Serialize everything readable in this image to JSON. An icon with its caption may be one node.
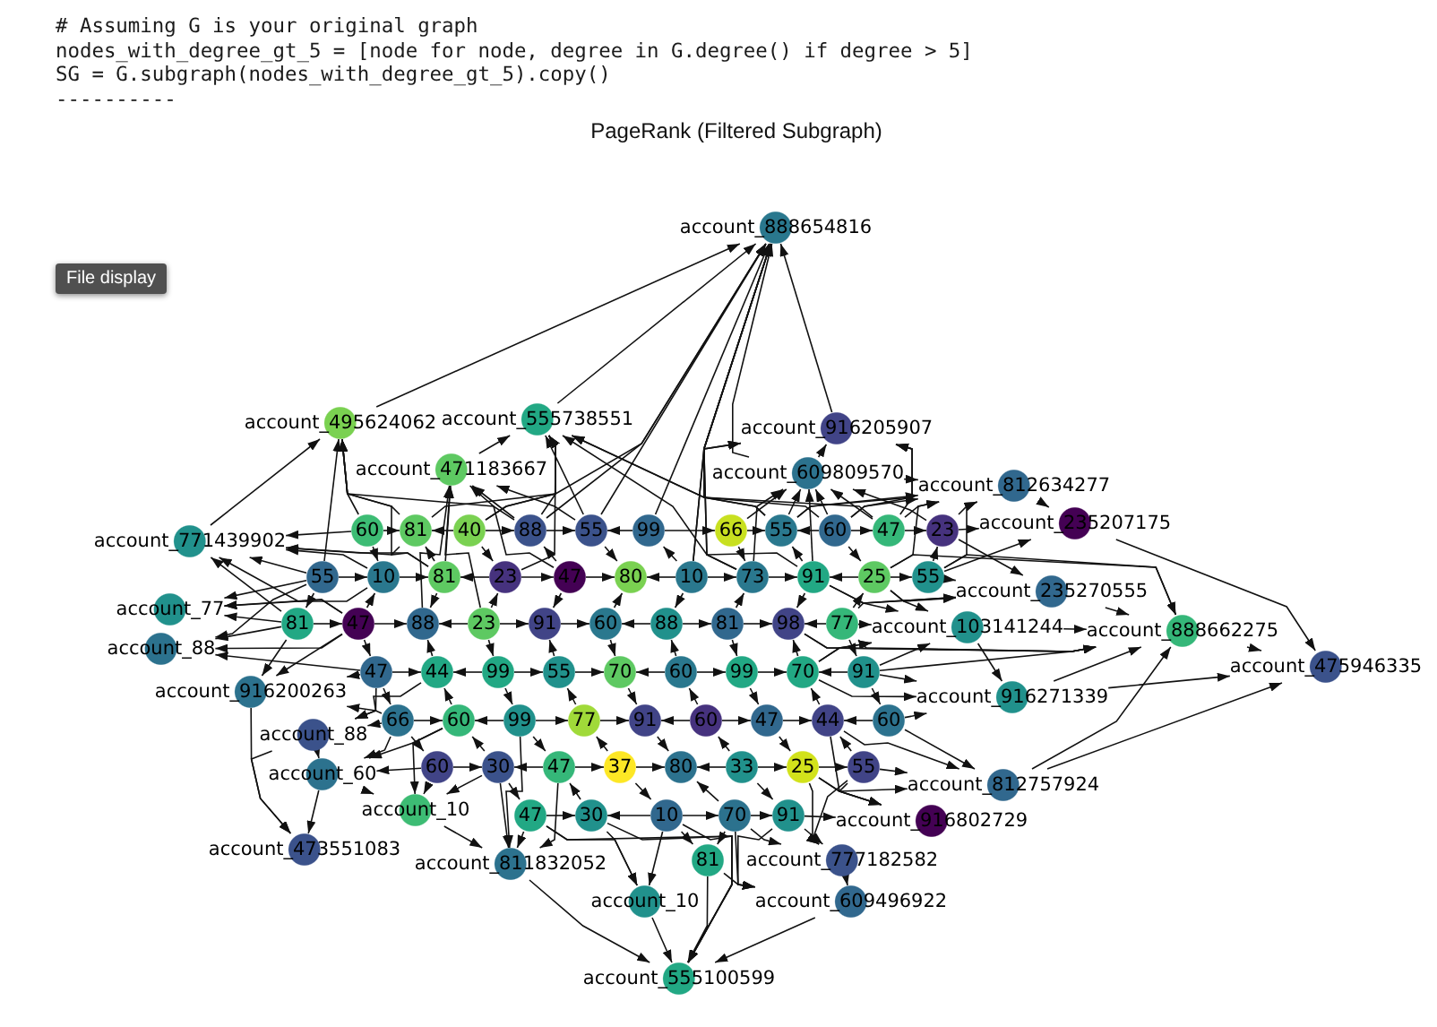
{
  "diagram": {
    "title": "PageRank (Filtered Subgraph)",
    "nodes": [
      {
        "text": [
          "account_888654816"
        ]
      },
      {
        "text": [
          "account_495624062"
        ]
      },
      {
        "text": [
          "account_555738551"
        ]
      },
      {
        "text": [
          "account_916205907"
        ]
      },
      {
        "text": [
          "account_471183667"
        ]
      },
      {
        "text": [
          "account_609809570"
        ]
      },
      {
        "text": [
          "account_812634277"
        ]
      },
      {
        "text": [
          "account_235207175"
        ]
      },
      {
        "text": [
          "account_771439902"
        ]
      },
      {
        "text": [
          "60"
        ]
      },
      {
        "text": [
          "81"
        ]
      },
      {
        "text": [
          "40"
        ]
      },
      {
        "text": [
          "88"
        ]
      },
      {
        "text": [
          "55"
        ]
      },
      {
        "text": [
          "99"
        ]
      },
      {
        "text": [
          "66"
        ]
      },
      {
        "text": [
          "55"
        ]
      },
      {
        "text": [
          "60"
        ]
      },
      {
        "text": [
          "47"
        ]
      },
      {
        "text": [
          "23"
        ]
      },
      {
        "text": [
          "55"
        ]
      },
      {
        "text": [
          "10"
        ]
      },
      {
        "text": [
          "81"
        ]
      },
      {
        "text": [
          "23"
        ]
      },
      {
        "text": [
          "47"
        ]
      },
      {
        "text": [
          "80"
        ]
      },
      {
        "text": [
          "10"
        ]
      },
      {
        "text": [
          "73"
        ]
      },
      {
        "text": [
          "91"
        ]
      },
      {
        "text": [
          "25"
        ]
      },
      {
        "text": [
          "55"
        ]
      },
      {
        "text": [
          "account_235270555"
        ]
      },
      {
        "text": [
          "account_77"
        ]
      },
      {
        "text": [
          "81"
        ]
      },
      {
        "text": [
          "47"
        ]
      },
      {
        "text": [
          "88"
        ]
      },
      {
        "text": [
          "23"
        ]
      },
      {
        "text": [
          "91"
        ]
      },
      {
        "text": [
          "60"
        ]
      },
      {
        "text": [
          "88"
        ]
      },
      {
        "text": [
          "81"
        ]
      },
      {
        "text": [
          "98"
        ]
      },
      {
        "text": [
          "77"
        ]
      },
      {
        "text": [
          "account_103141244"
        ]
      },
      {
        "text": [
          "account_888662275"
        ]
      },
      {
        "text": [
          "account_88"
        ]
      },
      {
        "text": [
          "account_475946335"
        ]
      },
      {
        "text": [
          "47"
        ]
      },
      {
        "text": [
          "44"
        ]
      },
      {
        "text": [
          "99"
        ]
      },
      {
        "text": [
          "55"
        ]
      },
      {
        "text": [
          "70"
        ]
      },
      {
        "text": [
          "60"
        ]
      },
      {
        "text": [
          "99"
        ]
      },
      {
        "text": [
          "70"
        ]
      },
      {
        "text": [
          "91"
        ]
      },
      {
        "text": [
          "account_916200263"
        ]
      },
      {
        "text": [
          "account_916271339"
        ]
      },
      {
        "text": [
          "66"
        ]
      },
      {
        "text": [
          "60"
        ]
      },
      {
        "text": [
          "99"
        ]
      },
      {
        "text": [
          "77"
        ]
      },
      {
        "text": [
          "91"
        ]
      },
      {
        "text": [
          "60"
        ]
      },
      {
        "text": [
          "47"
        ]
      },
      {
        "text": [
          "44"
        ]
      },
      {
        "text": [
          "60"
        ]
      },
      {
        "text": [
          "account_88"
        ]
      },
      {
        "text": [
          "60"
        ]
      },
      {
        "text": [
          "30"
        ]
      },
      {
        "text": [
          "47"
        ]
      },
      {
        "text": [
          "37"
        ]
      },
      {
        "text": [
          "80"
        ]
      },
      {
        "text": [
          "33"
        ]
      },
      {
        "text": [
          "25"
        ]
      },
      {
        "text": [
          "55"
        ]
      },
      {
        "text": [
          "account_60"
        ]
      },
      {
        "text": [
          "account_812757924"
        ]
      },
      {
        "text": [
          "account_10"
        ]
      },
      {
        "text": [
          "47"
        ]
      },
      {
        "text": [
          "30"
        ]
      },
      {
        "text": [
          "10"
        ]
      },
      {
        "text": [
          "70"
        ]
      },
      {
        "text": [
          "91"
        ]
      },
      {
        "text": [
          "account_916802729"
        ]
      },
      {
        "text": [
          "account_473551083"
        ]
      },
      {
        "text": [
          "81"
        ]
      },
      {
        "text": [
          "account_777182582"
        ]
      },
      {
        "text": [
          "account_811832052"
        ]
      },
      {
        "text": [
          "account_10"
        ]
      },
      {
        "text": [
          "account_609496922"
        ]
      },
      {
        "text": [
          "account_555100599"
        ]
      }
    ],
    "edges": [
      {
        "from": 2,
        "to": 0,
        "arrow": "to"
      },
      {
        "from": 1,
        "to": 0,
        "arrow": "to"
      },
      {
        "from": 12,
        "to": 0,
        "arrow": "to"
      },
      {
        "from": 13,
        "to": 0,
        "arrow": "to"
      },
      {
        "from": 16,
        "to": 0,
        "arrow": "to"
      },
      {
        "from": 17,
        "to": 0,
        "arrow": "to"
      },
      {
        "from": 3,
        "to": 0,
        "arrow": "to"
      },
      {
        "from": 5,
        "to": 0,
        "arrow": "to"
      },
      {
        "from": 26,
        "to": 0,
        "arrow": "to"
      },
      {
        "from": 14,
        "to": 0,
        "arrow": "to"
      },
      {
        "from": 27,
        "to": 0,
        "arrow": "to"
      },
      {
        "from": 11,
        "to": 0,
        "arrow": "to"
      },
      {
        "from": 8,
        "to": 1,
        "arrow": "to"
      },
      {
        "from": 9,
        "to": 1,
        "arrow": "to"
      },
      {
        "from": 10,
        "to": 1,
        "arrow": "to"
      },
      {
        "from": 22,
        "to": 1,
        "arrow": "to"
      },
      {
        "from": 12,
        "to": 1,
        "arrow": "to"
      },
      {
        "from": 20,
        "to": 1,
        "arrow": "to"
      },
      {
        "from": 4,
        "to": 2,
        "arrow": "to"
      },
      {
        "from": 12,
        "to": 2,
        "arrow": "to"
      },
      {
        "from": 13,
        "to": 2,
        "arrow": "to"
      },
      {
        "from": 16,
        "to": 2,
        "arrow": "to"
      },
      {
        "from": 23,
        "to": 2,
        "arrow": "to"
      },
      {
        "from": 10,
        "to": 2,
        "arrow": "to"
      },
      {
        "from": 28,
        "to": 2,
        "arrow": "to"
      },
      {
        "from": 11,
        "to": 2,
        "arrow": "to"
      },
      {
        "from": 18,
        "to": 2,
        "arrow": "to"
      },
      {
        "from": 22,
        "to": 4,
        "arrow": "to"
      },
      {
        "from": 24,
        "to": 4,
        "arrow": "to"
      },
      {
        "from": 35,
        "to": 4,
        "arrow": "to"
      },
      {
        "from": 36,
        "to": 4,
        "arrow": "to"
      },
      {
        "from": 12,
        "to": 4,
        "arrow": "to"
      },
      {
        "from": 13,
        "to": 4,
        "arrow": "to"
      },
      {
        "from": 5,
        "to": 3,
        "arrow": "to"
      },
      {
        "from": 16,
        "to": 3,
        "arrow": "to"
      },
      {
        "from": 17,
        "to": 3,
        "arrow": "to"
      },
      {
        "from": 18,
        "to": 3,
        "arrow": "to"
      },
      {
        "from": 27,
        "to": 3,
        "arrow": "to"
      },
      {
        "from": 26,
        "to": 3,
        "arrow": "to"
      },
      {
        "from": 16,
        "to": 5,
        "arrow": "to"
      },
      {
        "from": 17,
        "to": 5,
        "arrow": "to"
      },
      {
        "from": 18,
        "to": 5,
        "arrow": "to"
      },
      {
        "from": 19,
        "to": 5,
        "arrow": "to"
      },
      {
        "from": 27,
        "to": 5,
        "arrow": "to"
      },
      {
        "from": 28,
        "to": 5,
        "arrow": "to"
      },
      {
        "from": 15,
        "to": 5,
        "arrow": "to"
      },
      {
        "from": 18,
        "to": 6,
        "arrow": "to"
      },
      {
        "from": 19,
        "to": 6,
        "arrow": "to"
      },
      {
        "from": 29,
        "to": 6,
        "arrow": "to"
      },
      {
        "from": 30,
        "to": 6,
        "arrow": "to"
      },
      {
        "from": 17,
        "to": 6,
        "arrow": "to"
      },
      {
        "from": 5,
        "to": 6,
        "arrow": "to"
      },
      {
        "from": 16,
        "to": 6,
        "arrow": "to"
      },
      {
        "from": 6,
        "to": 7,
        "arrow": "to"
      },
      {
        "from": 7,
        "to": 46,
        "arrow": "to"
      },
      {
        "from": 19,
        "to": 7,
        "arrow": "to"
      },
      {
        "from": 30,
        "to": 7,
        "arrow": "to"
      },
      {
        "from": 20,
        "to": 8,
        "arrow": "to"
      },
      {
        "from": 21,
        "to": 8,
        "arrow": "to"
      },
      {
        "from": 33,
        "to": 8,
        "arrow": "to"
      },
      {
        "from": 9,
        "to": 8,
        "arrow": "to"
      },
      {
        "from": 34,
        "to": 8,
        "arrow": "to"
      },
      {
        "from": 22,
        "to": 8,
        "arrow": "to"
      },
      {
        "from": 10,
        "to": 8,
        "arrow": "to"
      },
      {
        "from": 29,
        "to": 31,
        "arrow": "to"
      },
      {
        "from": 30,
        "to": 31,
        "arrow": "to"
      },
      {
        "from": 42,
        "to": 31,
        "arrow": "to"
      },
      {
        "from": 28,
        "to": 31,
        "arrow": "to"
      },
      {
        "from": 19,
        "to": 31,
        "arrow": "to"
      },
      {
        "from": 41,
        "to": 43,
        "arrow": "to"
      },
      {
        "from": 42,
        "to": 43,
        "arrow": "to"
      },
      {
        "from": 55,
        "to": 43,
        "arrow": "to"
      },
      {
        "from": 54,
        "to": 43,
        "arrow": "to"
      },
      {
        "from": 28,
        "to": 43,
        "arrow": "to"
      },
      {
        "from": 29,
        "to": 43,
        "arrow": "to"
      },
      {
        "from": 31,
        "to": 44,
        "arrow": "to"
      },
      {
        "from": 43,
        "to": 44,
        "arrow": "to"
      },
      {
        "from": 30,
        "to": 44,
        "arrow": "to"
      },
      {
        "from": 42,
        "to": 44,
        "arrow": "to"
      },
      {
        "from": 55,
        "to": 44,
        "arrow": "to"
      },
      {
        "from": 54,
        "to": 44,
        "arrow": "to"
      },
      {
        "from": 57,
        "to": 44,
        "arrow": "to"
      },
      {
        "from": 77,
        "to": 44,
        "arrow": "to"
      },
      {
        "from": 41,
        "to": 44,
        "arrow": "to"
      },
      {
        "from": 29,
        "to": 44,
        "arrow": "to"
      },
      {
        "from": 44,
        "to": 46,
        "arrow": "to"
      },
      {
        "from": 77,
        "to": 46,
        "arrow": "to"
      },
      {
        "from": 57,
        "to": 46,
        "arrow": "to"
      },
      {
        "from": 20,
        "to": 32,
        "arrow": "to"
      },
      {
        "from": 33,
        "to": 32,
        "arrow": "to"
      },
      {
        "from": 21,
        "to": 32,
        "arrow": "to"
      },
      {
        "from": 34,
        "to": 32,
        "arrow": "to"
      },
      {
        "from": 33,
        "to": 45,
        "arrow": "to"
      },
      {
        "from": 20,
        "to": 45,
        "arrow": "to"
      },
      {
        "from": 47,
        "to": 45,
        "arrow": "to"
      },
      {
        "from": 34,
        "to": 45,
        "arrow": "to"
      },
      {
        "from": 47,
        "to": 56,
        "arrow": "to"
      },
      {
        "from": 33,
        "to": 56,
        "arrow": "to"
      },
      {
        "from": 34,
        "to": 56,
        "arrow": "to"
      },
      {
        "from": 58,
        "to": 56,
        "arrow": "to"
      },
      {
        "from": 56,
        "to": 85,
        "arrow": "to"
      },
      {
        "from": 67,
        "to": 85,
        "arrow": "to"
      },
      {
        "from": 76,
        "to": 85,
        "arrow": "to"
      },
      {
        "from": 47,
        "to": 67,
        "arrow": "to"
      },
      {
        "from": 58,
        "to": 67,
        "arrow": "to"
      },
      {
        "from": 48,
        "to": 67,
        "arrow": "to"
      },
      {
        "from": 58,
        "to": 76,
        "arrow": "to"
      },
      {
        "from": 59,
        "to": 76,
        "arrow": "to"
      },
      {
        "from": 68,
        "to": 76,
        "arrow": "to"
      },
      {
        "from": 67,
        "to": 76,
        "arrow": "to"
      },
      {
        "from": 68,
        "to": 78,
        "arrow": "to"
      },
      {
        "from": 69,
        "to": 78,
        "arrow": "to"
      },
      {
        "from": 59,
        "to": 78,
        "arrow": "to"
      },
      {
        "from": 76,
        "to": 78,
        "arrow": "to"
      },
      {
        "from": 69,
        "to": 88,
        "arrow": "to"
      },
      {
        "from": 70,
        "to": 88,
        "arrow": "to"
      },
      {
        "from": 79,
        "to": 88,
        "arrow": "to"
      },
      {
        "from": 60,
        "to": 88,
        "arrow": "to"
      },
      {
        "from": 78,
        "to": 88,
        "arrow": "to"
      },
      {
        "from": 55,
        "to": 57,
        "arrow": "to"
      },
      {
        "from": 66,
        "to": 57,
        "arrow": "to"
      },
      {
        "from": 54,
        "to": 57,
        "arrow": "to"
      },
      {
        "from": 43,
        "to": 57,
        "arrow": "to"
      },
      {
        "from": 75,
        "to": 77,
        "arrow": "to"
      },
      {
        "from": 66,
        "to": 77,
        "arrow": "to"
      },
      {
        "from": 65,
        "to": 77,
        "arrow": "to"
      },
      {
        "from": 74,
        "to": 77,
        "arrow": "to"
      },
      {
        "from": 75,
        "to": 84,
        "arrow": "to"
      },
      {
        "from": 74,
        "to": 84,
        "arrow": "to"
      },
      {
        "from": 83,
        "to": 84,
        "arrow": "to"
      },
      {
        "from": 65,
        "to": 84,
        "arrow": "to"
      },
      {
        "from": 82,
        "to": 87,
        "arrow": "to"
      },
      {
        "from": 83,
        "to": 87,
        "arrow": "to"
      },
      {
        "from": 74,
        "to": 87,
        "arrow": "to"
      },
      {
        "from": 75,
        "to": 87,
        "arrow": "to"
      },
      {
        "from": 82,
        "to": 90,
        "arrow": "to"
      },
      {
        "from": 83,
        "to": 90,
        "arrow": "to"
      },
      {
        "from": 86,
        "to": 90,
        "arrow": "to"
      },
      {
        "from": 87,
        "to": 90,
        "arrow": "to"
      },
      {
        "from": 79,
        "to": 89,
        "arrow": "to"
      },
      {
        "from": 80,
        "to": 89,
        "arrow": "to"
      },
      {
        "from": 81,
        "to": 89,
        "arrow": "to"
      },
      {
        "from": 89,
        "to": 91,
        "arrow": "to"
      },
      {
        "from": 86,
        "to": 91,
        "arrow": "to"
      },
      {
        "from": 81,
        "to": 91,
        "arrow": "to"
      },
      {
        "from": 88,
        "to": 91,
        "arrow": "to"
      },
      {
        "from": 90,
        "to": 91,
        "arrow": "to"
      },
      {
        "from": 80,
        "to": 91,
        "arrow": "to"
      },
      {
        "from": 79,
        "to": 91,
        "arrow": "to"
      },
      {
        "from": 81,
        "to": 86,
        "arrow": "to"
      },
      {
        "from": 82,
        "to": 86,
        "arrow": "to"
      },
      {
        "from": 9,
        "to": 10,
        "arrow": "to"
      },
      {
        "from": 11,
        "to": 10,
        "arrow": "to"
      },
      {
        "from": 11,
        "to": 12,
        "arrow": "to"
      },
      {
        "from": 12,
        "to": 13,
        "arrow": "to"
      },
      {
        "from": 14,
        "to": 13,
        "arrow": "to"
      },
      {
        "from": 14,
        "to": 15,
        "arrow": "to"
      },
      {
        "from": 15,
        "to": 16,
        "arrow": "to"
      },
      {
        "from": 17,
        "to": 16,
        "arrow": "to"
      },
      {
        "from": 17,
        "to": 18,
        "arrow": "to"
      },
      {
        "from": 18,
        "to": 19,
        "arrow": "to"
      },
      {
        "from": 20,
        "to": 21,
        "arrow": "to"
      },
      {
        "from": 21,
        "to": 22,
        "arrow": "to"
      },
      {
        "from": 23,
        "to": 22,
        "arrow": "to"
      },
      {
        "from": 23,
        "to": 24,
        "arrow": "to"
      },
      {
        "from": 24,
        "to": 25,
        "arrow": "to"
      },
      {
        "from": 26,
        "to": 25,
        "arrow": "to"
      },
      {
        "from": 26,
        "to": 27,
        "arrow": "to"
      },
      {
        "from": 27,
        "to": 28,
        "arrow": "to"
      },
      {
        "from": 29,
        "to": 28,
        "arrow": "to"
      },
      {
        "from": 29,
        "to": 30,
        "arrow": "to"
      },
      {
        "from": 33,
        "to": 34,
        "arrow": "to"
      },
      {
        "from": 34,
        "to": 35,
        "arrow": "to"
      },
      {
        "from": 36,
        "to": 35,
        "arrow": "to"
      },
      {
        "from": 36,
        "to": 37,
        "arrow": "to"
      },
      {
        "from": 37,
        "to": 38,
        "arrow": "to"
      },
      {
        "from": 39,
        "to": 38,
        "arrow": "to"
      },
      {
        "from": 39,
        "to": 40,
        "arrow": "to"
      },
      {
        "from": 40,
        "to": 41,
        "arrow": "to"
      },
      {
        "from": 42,
        "to": 41,
        "arrow": "to"
      },
      {
        "from": 47,
        "to": 48,
        "arrow": "to"
      },
      {
        "from": 49,
        "to": 48,
        "arrow": "to"
      },
      {
        "from": 49,
        "to": 50,
        "arrow": "to"
      },
      {
        "from": 50,
        "to": 51,
        "arrow": "to"
      },
      {
        "from": 52,
        "to": 51,
        "arrow": "to"
      },
      {
        "from": 52,
        "to": 53,
        "arrow": "to"
      },
      {
        "from": 53,
        "to": 54,
        "arrow": "to"
      },
      {
        "from": 55,
        "to": 54,
        "arrow": "to"
      },
      {
        "from": 58,
        "to": 59,
        "arrow": "to"
      },
      {
        "from": 60,
        "to": 59,
        "arrow": "to"
      },
      {
        "from": 60,
        "to": 61,
        "arrow": "to"
      },
      {
        "from": 61,
        "to": 62,
        "arrow": "to"
      },
      {
        "from": 63,
        "to": 62,
        "arrow": "to"
      },
      {
        "from": 63,
        "to": 64,
        "arrow": "to"
      },
      {
        "from": 64,
        "to": 65,
        "arrow": "to"
      },
      {
        "from": 66,
        "to": 65,
        "arrow": "to"
      },
      {
        "from": 68,
        "to": 69,
        "arrow": "to"
      },
      {
        "from": 70,
        "to": 69,
        "arrow": "to"
      },
      {
        "from": 70,
        "to": 71,
        "arrow": "to"
      },
      {
        "from": 71,
        "to": 72,
        "arrow": "to"
      },
      {
        "from": 73,
        "to": 72,
        "arrow": "to"
      },
      {
        "from": 73,
        "to": 74,
        "arrow": "to"
      },
      {
        "from": 74,
        "to": 75,
        "arrow": "to"
      },
      {
        "from": 79,
        "to": 80,
        "arrow": "to"
      },
      {
        "from": 81,
        "to": 80,
        "arrow": "to"
      },
      {
        "from": 81,
        "to": 82,
        "arrow": "to"
      },
      {
        "from": 82,
        "to": 83,
        "arrow": "to"
      },
      {
        "from": 9,
        "to": 21,
        "arrow": "to"
      },
      {
        "from": 22,
        "to": 10,
        "arrow": "to"
      },
      {
        "from": 11,
        "to": 23,
        "arrow": "to"
      },
      {
        "from": 24,
        "to": 12,
        "arrow": "to"
      },
      {
        "from": 13,
        "to": 25,
        "arrow": "to"
      },
      {
        "from": 26,
        "to": 14,
        "arrow": "to"
      },
      {
        "from": 15,
        "to": 27,
        "arrow": "to"
      },
      {
        "from": 28,
        "to": 16,
        "arrow": "to"
      },
      {
        "from": 17,
        "to": 29,
        "arrow": "to"
      },
      {
        "from": 30,
        "to": 19,
        "arrow": "to"
      },
      {
        "from": 20,
        "to": 33,
        "arrow": "to"
      },
      {
        "from": 34,
        "to": 21,
        "arrow": "to"
      },
      {
        "from": 22,
        "to": 35,
        "arrow": "to"
      },
      {
        "from": 36,
        "to": 23,
        "arrow": "to"
      },
      {
        "from": 24,
        "to": 37,
        "arrow": "to"
      },
      {
        "from": 38,
        "to": 25,
        "arrow": "to"
      },
      {
        "from": 26,
        "to": 39,
        "arrow": "to"
      },
      {
        "from": 40,
        "to": 27,
        "arrow": "to"
      },
      {
        "from": 28,
        "to": 41,
        "arrow": "to"
      },
      {
        "from": 42,
        "to": 29,
        "arrow": "to"
      },
      {
        "from": 34,
        "to": 47,
        "arrow": "to"
      },
      {
        "from": 48,
        "to": 35,
        "arrow": "to"
      },
      {
        "from": 36,
        "to": 49,
        "arrow": "to"
      },
      {
        "from": 50,
        "to": 37,
        "arrow": "to"
      },
      {
        "from": 38,
        "to": 51,
        "arrow": "to"
      },
      {
        "from": 52,
        "to": 39,
        "arrow": "to"
      },
      {
        "from": 40,
        "to": 53,
        "arrow": "to"
      },
      {
        "from": 54,
        "to": 41,
        "arrow": "to"
      },
      {
        "from": 42,
        "to": 55,
        "arrow": "to"
      },
      {
        "from": 47,
        "to": 58,
        "arrow": "to"
      },
      {
        "from": 59,
        "to": 48,
        "arrow": "to"
      },
      {
        "from": 49,
        "to": 60,
        "arrow": "to"
      },
      {
        "from": 61,
        "to": 50,
        "arrow": "to"
      },
      {
        "from": 51,
        "to": 62,
        "arrow": "to"
      },
      {
        "from": 63,
        "to": 52,
        "arrow": "to"
      },
      {
        "from": 53,
        "to": 64,
        "arrow": "to"
      },
      {
        "from": 65,
        "to": 54,
        "arrow": "to"
      },
      {
        "from": 55,
        "to": 66,
        "arrow": "to"
      },
      {
        "from": 58,
        "to": 68,
        "arrow": "to"
      },
      {
        "from": 69,
        "to": 59,
        "arrow": "to"
      },
      {
        "from": 60,
        "to": 70,
        "arrow": "to"
      },
      {
        "from": 71,
        "to": 61,
        "arrow": "to"
      },
      {
        "from": 62,
        "to": 72,
        "arrow": "to"
      },
      {
        "from": 73,
        "to": 63,
        "arrow": "to"
      },
      {
        "from": 64,
        "to": 74,
        "arrow": "to"
      },
      {
        "from": 75,
        "to": 65,
        "arrow": "to"
      },
      {
        "from": 69,
        "to": 79,
        "arrow": "to"
      },
      {
        "from": 80,
        "to": 70,
        "arrow": "to"
      },
      {
        "from": 71,
        "to": 81,
        "arrow": "to"
      },
      {
        "from": 82,
        "to": 72,
        "arrow": "to"
      },
      {
        "from": 73,
        "to": 83,
        "arrow": "to"
      }
    ],
    "labels": [
      "# Assuming G is your original graph",
      "nodes_with_degree_gt_5 = [node for node, degree in G.degree() if degree > 5]",
      "SG = G.subgraph(nodes_with_degree_gt_5).copy()",
      "----------",
      "File display"
    ]
  }
}
